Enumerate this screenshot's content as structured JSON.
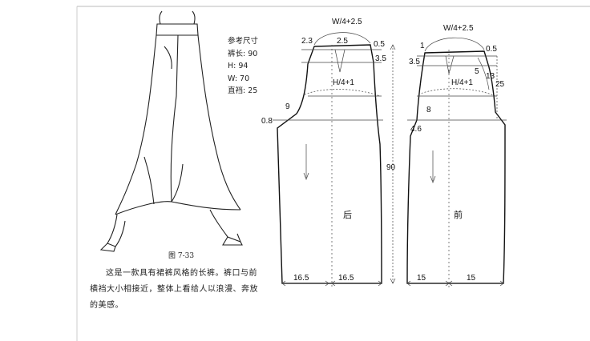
{
  "spec": {
    "title": "参考尺寸",
    "rows": [
      "裤长: 90",
      "H: 94",
      "W: 70",
      "直裆: 25"
    ]
  },
  "figure_label": "图 7-33",
  "caption": "这是一款具有裙裤风格的长裤。裤口与前横裆大小相接近，整体上看给人以浪漫、奔放的美感。",
  "back_piece": {
    "name": "后",
    "waist_formula": "W/4+2.5",
    "hip_formula": "H/4+1",
    "dims": [
      "2.3",
      "2.5",
      "0.5",
      "3.5",
      "9",
      "0.8",
      "16.5",
      "16.5"
    ]
  },
  "front_piece": {
    "name": "前",
    "waist_formula": "W/4+2.5",
    "hip_formula": "H/4+1",
    "dims": [
      "1",
      "0.5",
      "3.5",
      "5",
      "13",
      "25",
      "8",
      "4.6",
      "15",
      "15"
    ]
  },
  "length_dim": "90"
}
